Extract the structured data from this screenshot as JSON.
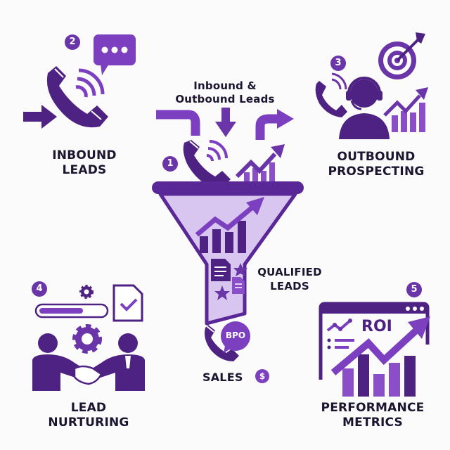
{
  "colors": {
    "dark_purple": "#4e2283",
    "mid_purple": "#6a35a8",
    "light_purple": "#8a4fc8",
    "funnel_fill": "#d9c6f0",
    "text": "#1c1530",
    "background": "#fbfbfc"
  },
  "center": {
    "header": [
      "Inbound &",
      "Outbound Leads"
    ],
    "badge": "1",
    "funnel_label": [
      "QUALIFIED",
      "LEADS"
    ],
    "bubble_text": "BPO",
    "sales_label": "SALES",
    "currency_symbol": "$"
  },
  "steps": [
    {
      "badge": "2",
      "label": [
        "INBOUND",
        "LEADS"
      ],
      "icons": [
        "phone-icon",
        "chat-bubble-icon",
        "arrow-right-icon"
      ]
    },
    {
      "badge": "3",
      "label": [
        "OUTBOUND",
        "PROSPECTING"
      ],
      "icons": [
        "agent-headset-icon",
        "target-icon",
        "growth-chart-icon"
      ]
    },
    {
      "badge": "4",
      "label": [
        "LEAD",
        "NURTURING"
      ],
      "icons": [
        "handshake-icon",
        "gear-icon",
        "progress-bar-icon",
        "checked-document-icon"
      ]
    },
    {
      "badge": "5",
      "label": [
        "PERFORMANCE",
        "METRICS"
      ],
      "icons": [
        "dashboard-window-icon",
        "bar-chart-icon",
        "trend-arrow-icon"
      ],
      "dashboard_text": "ROI"
    }
  ]
}
